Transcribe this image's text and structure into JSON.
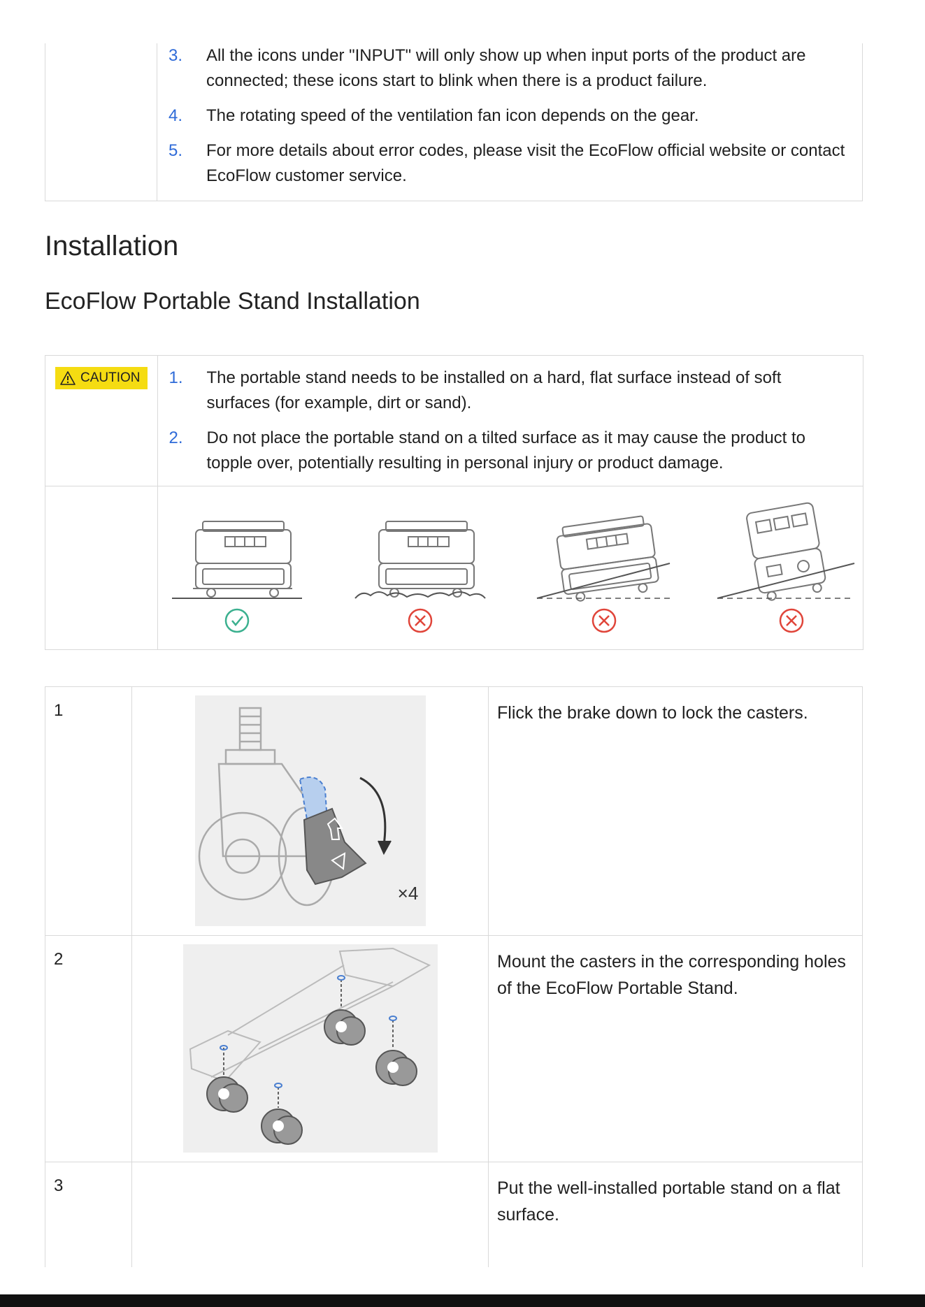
{
  "notes": [
    {
      "num": "3.",
      "text": "All the icons under \"INPUT\" will only show up when input ports of the product are connected; these icons start to blink when there is a product failure."
    },
    {
      "num": "4.",
      "text": "The rotating speed of the ventilation fan icon depends on the gear."
    },
    {
      "num": "5.",
      "text": "For more details about error codes, please visit the EcoFlow official website or contact EcoFlow customer service."
    }
  ],
  "section_title": "Installation",
  "subsection_title": "EcoFlow Portable Stand Installation",
  "caution": {
    "label": "CAUTION",
    "items": [
      {
        "num": "1.",
        "text": "The portable stand needs to be installed on a hard, flat surface instead of soft surfaces (for example, dirt or sand)."
      },
      {
        "num": "2.",
        "text": "Do not place the portable stand on a tilted surface as it may cause the product to topple over, potentially resulting in personal injury or product damage."
      }
    ],
    "scenarios": [
      {
        "name": "flat-hard-surface",
        "status": "correct"
      },
      {
        "name": "soft-surface",
        "status": "wrong"
      },
      {
        "name": "tilted-surface",
        "status": "wrong"
      },
      {
        "name": "tilted-surface-steep",
        "status": "wrong"
      }
    ],
    "colors": {
      "correct": "#3bb08f",
      "wrong": "#e0453a",
      "badge": "#f5dc12"
    }
  },
  "steps": [
    {
      "num": "1",
      "text": "Flick the brake down to lock the casters.",
      "figure": "caster-brake-figure",
      "figure_label": "×4"
    },
    {
      "num": "2",
      "text": "Mount the casters in the corresponding holes of the EcoFlow Portable Stand.",
      "figure": "caster-mount-figure"
    },
    {
      "num": "3",
      "text": "Put the well-installed portable stand on a flat surface.",
      "figure": ""
    }
  ]
}
